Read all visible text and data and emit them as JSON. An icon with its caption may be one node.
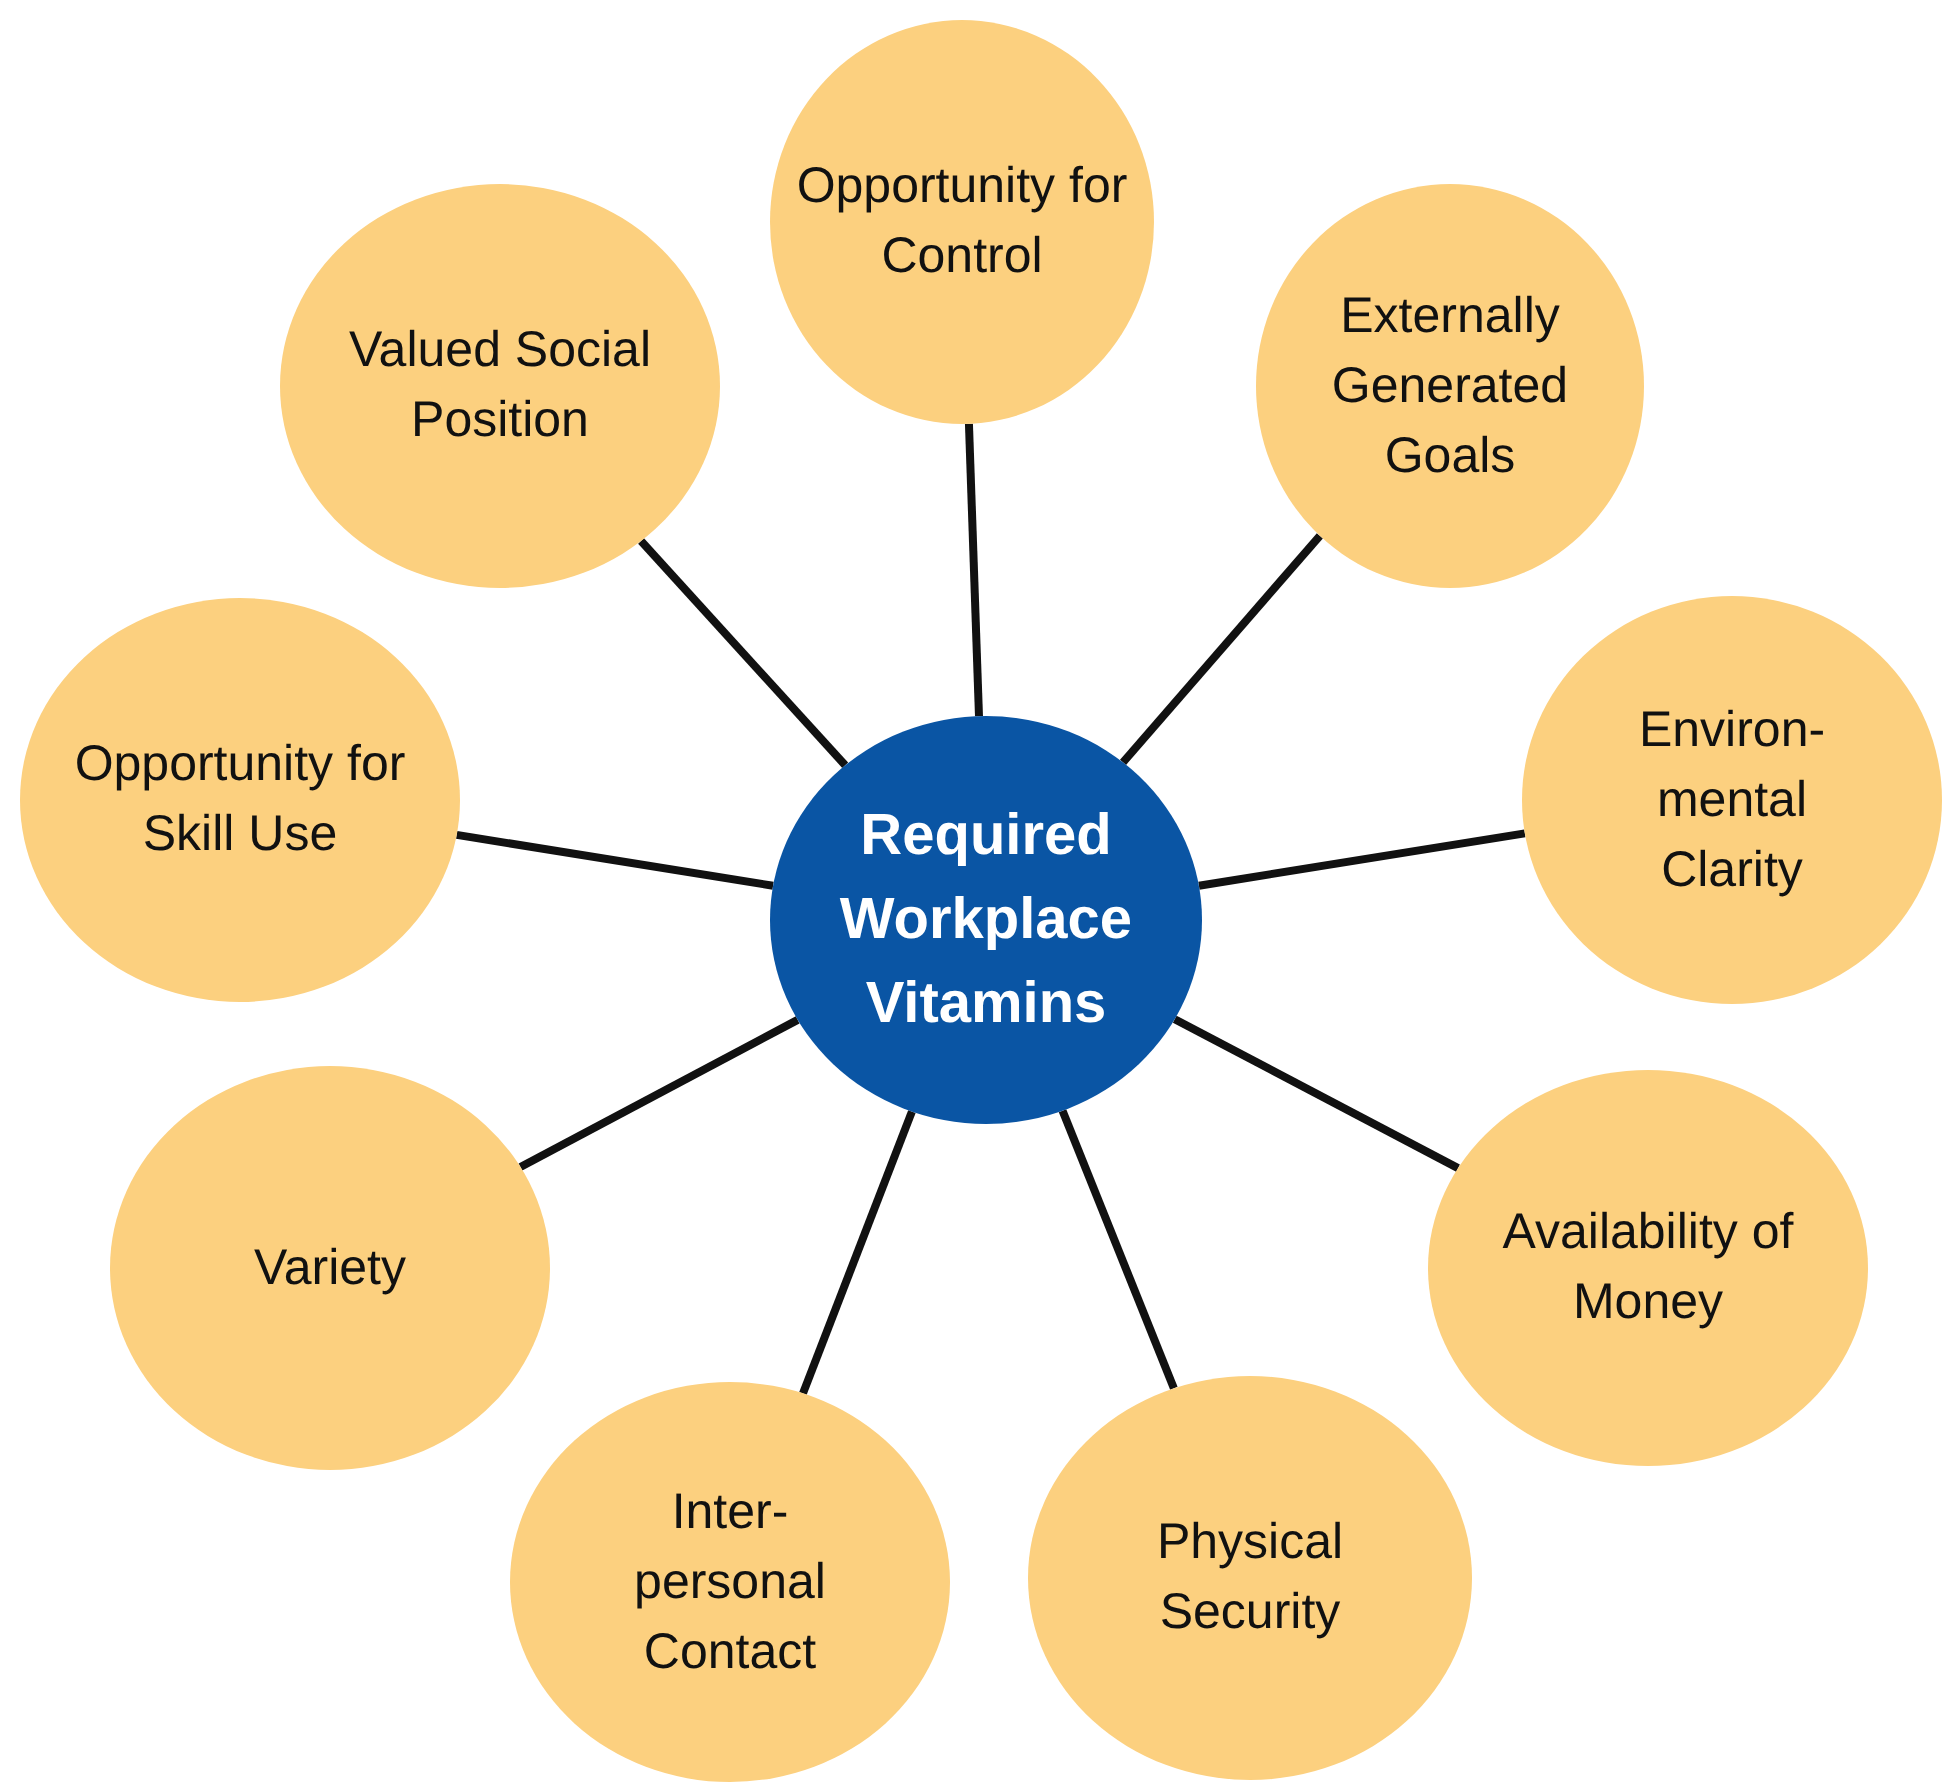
{
  "diagram": {
    "nodes": [
      {
        "text": [
          "Required Workplace Vitamins"
        ]
      },
      {
        "text": [
          "Opportunity for Control"
        ]
      },
      {
        "text": [
          "Externally Generated Goals"
        ]
      },
      {
        "text": [
          "Environ- mental Clarity"
        ]
      },
      {
        "text": [
          "Availability of Money"
        ]
      },
      {
        "text": [
          "Physical Security"
        ]
      },
      {
        "text": [
          "Inter- personal Contact"
        ]
      },
      {
        "text": [
          "Variety"
        ]
      },
      {
        "text": [
          "Opportunity for Skill Use"
        ]
      },
      {
        "text": [
          "Valued Social Position"
        ]
      }
    ],
    "edges": [
      {
        "from": 0,
        "to": 1,
        "arrow": "none"
      },
      {
        "from": 0,
        "to": 2,
        "arrow": "none"
      },
      {
        "from": 0,
        "to": 3,
        "arrow": "none"
      },
      {
        "from": 0,
        "to": 4,
        "arrow": "none"
      },
      {
        "from": 0,
        "to": 5,
        "arrow": "none"
      },
      {
        "from": 0,
        "to": 6,
        "arrow": "none"
      },
      {
        "from": 0,
        "to": 7,
        "arrow": "none"
      },
      {
        "from": 0,
        "to": 8,
        "arrow": "none"
      },
      {
        "from": 0,
        "to": 9,
        "arrow": "none"
      }
    ]
  }
}
